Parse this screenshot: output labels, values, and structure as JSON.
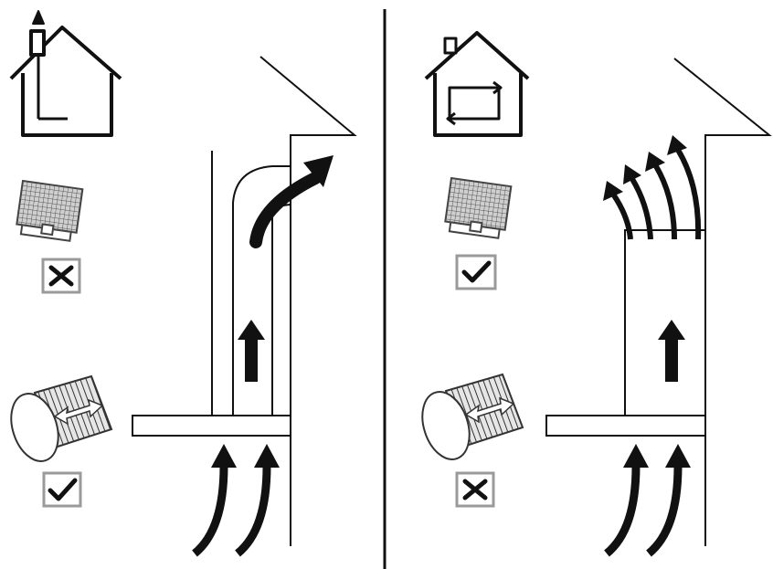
{
  "colors": {
    "ink": "#111111",
    "paper": "#ffffff",
    "filter_fill": "#d8d8d8",
    "check_border": "#9a9a9a"
  },
  "panels": [
    {
      "mode": "extraction",
      "house_icon": "house-chimney-exhaust-icon",
      "grease_filter_icon": "grease-filter-icon",
      "grease_filter_status": "cross",
      "carbon_filter_icon": "carbon-filter-cylinder-icon",
      "carbon_filter_status": "check"
    },
    {
      "mode": "recirculation",
      "house_icon": "house-recirculation-icon",
      "grease_filter_icon": "grease-filter-icon",
      "grease_filter_status": "check",
      "carbon_filter_icon": "carbon-filter-cylinder-icon",
      "carbon_filter_status": "cross"
    }
  ]
}
